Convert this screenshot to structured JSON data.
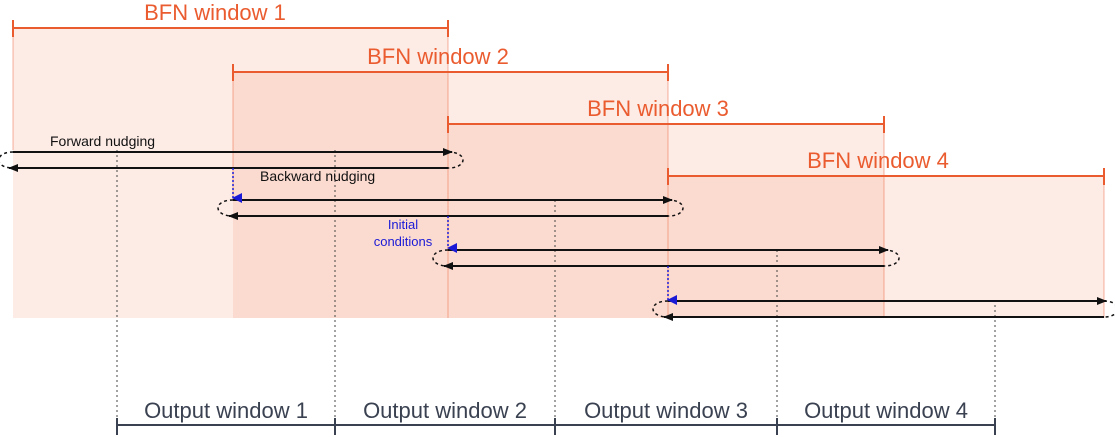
{
  "diagram": {
    "bfn_windows": [
      {
        "label": "BFN window 1"
      },
      {
        "label": "BFN window 2"
      },
      {
        "label": "BFN window 3"
      },
      {
        "label": "BFN window 4"
      }
    ],
    "output_windows": [
      {
        "label": "Output window 1"
      },
      {
        "label": "Output window 2"
      },
      {
        "label": "Output window 3"
      },
      {
        "label": "Output window 4"
      }
    ],
    "annotations": {
      "forward": "Forward nudging",
      "backward": "Backward nudging",
      "initial_line1": "Initial",
      "initial_line2": "conditions"
    },
    "colors": {
      "bfn": "#ea5c2f",
      "window_fill": "#f4a48a",
      "initial_conditions": "#1a1ad6",
      "output": "#3a4150"
    }
  }
}
